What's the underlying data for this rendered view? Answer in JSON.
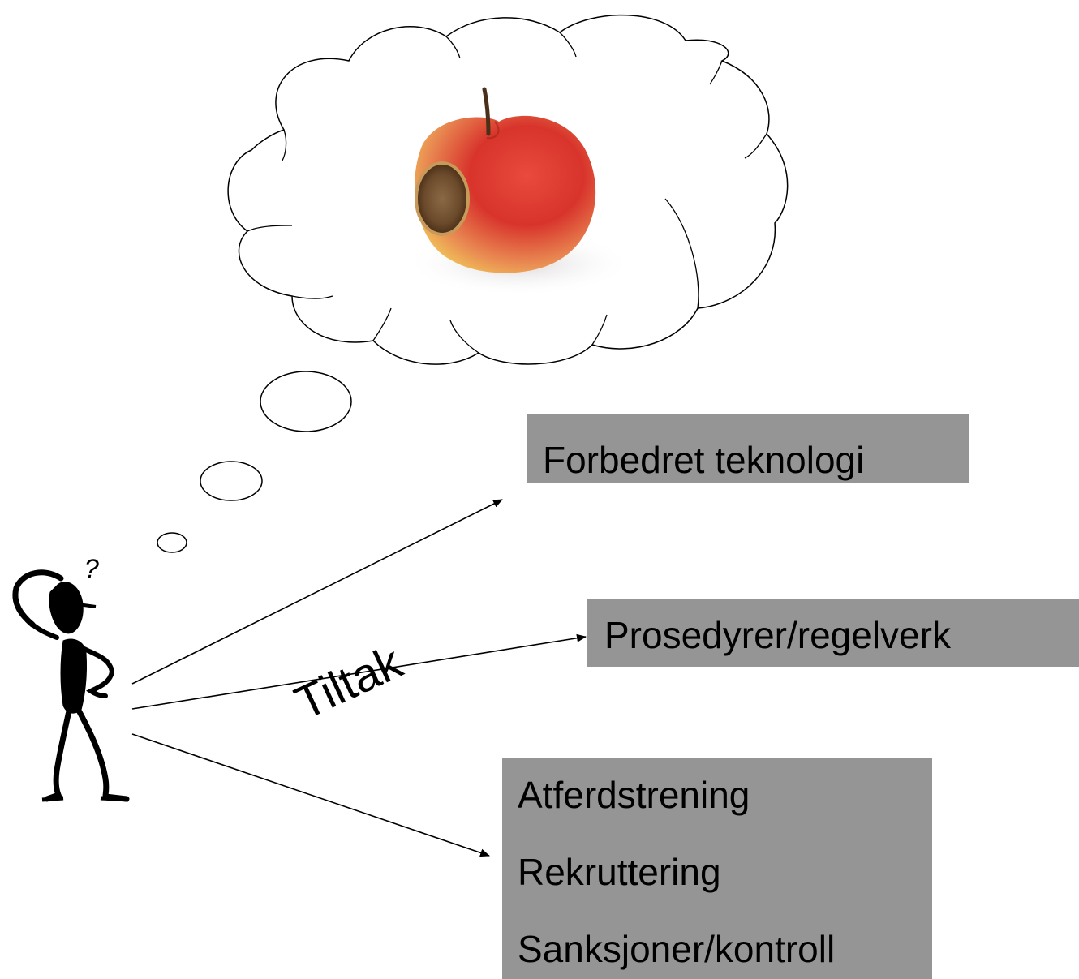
{
  "diagram": {
    "center_label": "Tiltak",
    "figure": {
      "icon": "thinking-stick-figure-icon",
      "question_mark": "?"
    },
    "thought_bubble": {
      "image": "rotten-apple-image"
    },
    "measures": [
      {
        "lines": [
          "Forbedret teknologi"
        ]
      },
      {
        "lines": [
          "Prosedyrer/regelverk"
        ]
      },
      {
        "lines": [
          "Atferdstrening",
          "Rekruttering",
          "Sanksjoner/kontroll"
        ]
      }
    ],
    "colors": {
      "box_fill": "#959595",
      "line": "#000000",
      "apple_red": "#d8342c",
      "apple_yellow": "#f0c058",
      "rot_brown": "#6a4a2a"
    }
  }
}
